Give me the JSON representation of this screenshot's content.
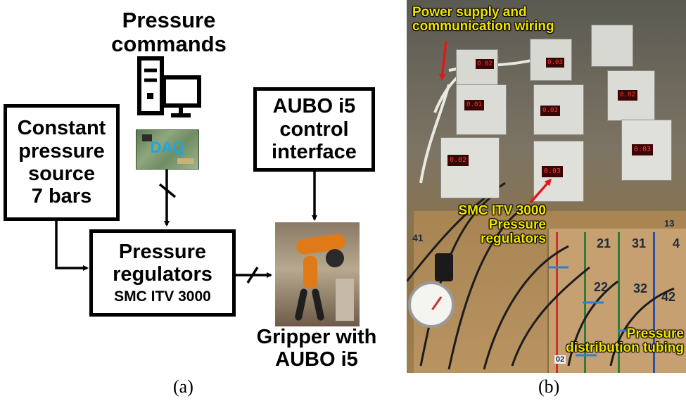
{
  "left": {
    "pressure_commands": "Pressure\ncommands",
    "daq": "DAQ",
    "constant_source": "Constant\npressure\nsource\n7 bars",
    "aubo_interface": "AUBO i5\ncontrol\ninterface",
    "regulators_title": "Pressure\nregulators",
    "regulators_model": "SMC ITV 3000",
    "gripper": "Gripper with\nAUBO i5",
    "caption": "(a)"
  },
  "right": {
    "power_label": "Power supply and\ncommunication wiring",
    "regulator_label": "SMC ITV 3000\nPressure\nregulators",
    "tubing_label": "Pressure\ndistribution tubing",
    "display_values": [
      "0.02",
      "0.01",
      "0.03",
      "0.02",
      "0.03",
      "0.03",
      "0.02",
      "0.03"
    ],
    "board_numbers": [
      "21",
      "31",
      "41",
      "32",
      "22",
      "42",
      "4",
      "13",
      "02"
    ],
    "caption": "(b)"
  },
  "colors": {
    "label_yellow": "#f2e600",
    "arrow_red": "#e0191c",
    "daq_blue": "#1aa7e8"
  }
}
